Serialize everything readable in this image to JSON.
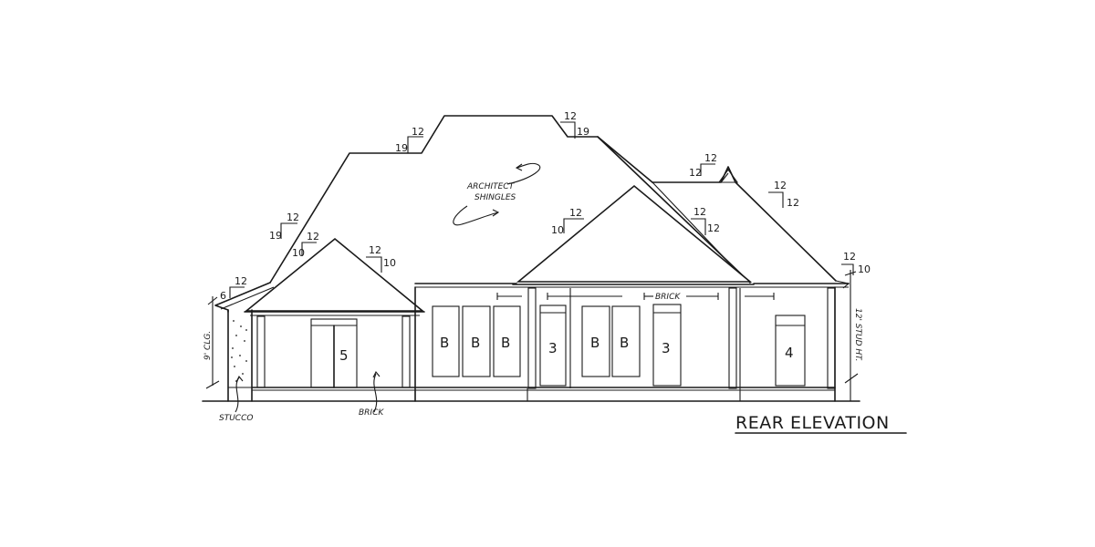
{
  "drawing": {
    "title": "REAR ELEVATION",
    "roof_note": {
      "line1": "ARCHITECT",
      "line2": "SHINGLES"
    },
    "material_notes": {
      "stucco": "STUCCO",
      "brick_porch": "BRICK",
      "brick_wall": "BRICK"
    },
    "dimensions": {
      "left_plate": "9' CLG.",
      "right_plate": "12' STUD HT."
    },
    "pitches": [
      {
        "id": "upper-left-main",
        "rise": "19",
        "run": "12"
      },
      {
        "id": "upper-right-main",
        "rise": "19",
        "run": "12"
      },
      {
        "id": "left-hip",
        "rise": "19",
        "run": "12"
      },
      {
        "id": "porch-gable-left",
        "rise": "10",
        "run": "12"
      },
      {
        "id": "porch-gable-right",
        "rise": "10",
        "run": "12"
      },
      {
        "id": "center-gable-left",
        "rise": "10",
        "run": "12"
      },
      {
        "id": "center-valley",
        "rise": "12",
        "run": "12"
      },
      {
        "id": "right-cricket",
        "rise": "12",
        "run": "12"
      },
      {
        "id": "right-hip",
        "rise": "12",
        "run": "12"
      },
      {
        "id": "right-eave",
        "rise": "10",
        "run": "12"
      },
      {
        "id": "stucco-shed",
        "rise": "6",
        "run": "12"
      }
    ],
    "windows": [
      {
        "id": "porch-door",
        "tag": "5"
      },
      {
        "id": "win-b1",
        "tag": "B"
      },
      {
        "id": "win-b2",
        "tag": "B"
      },
      {
        "id": "win-b3",
        "tag": "B"
      },
      {
        "id": "win-3a",
        "tag": "3"
      },
      {
        "id": "win-b4",
        "tag": "B"
      },
      {
        "id": "win-b5",
        "tag": "B"
      },
      {
        "id": "win-3b",
        "tag": "3"
      },
      {
        "id": "win-4",
        "tag": "4"
      }
    ]
  }
}
